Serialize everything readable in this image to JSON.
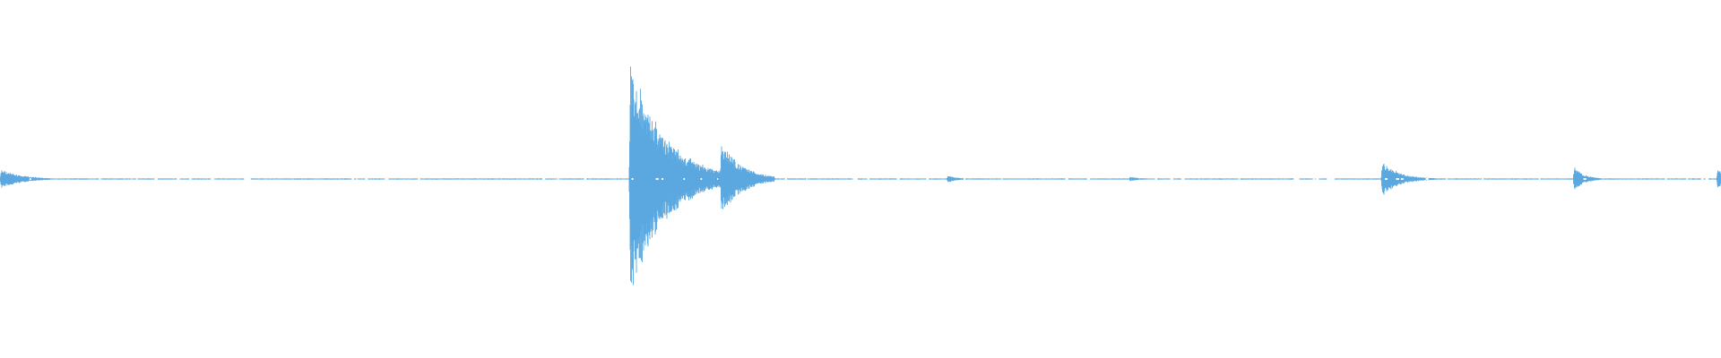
{
  "waveform": {
    "color": "#5ba8e0",
    "background": "#ffffff",
    "baseline_amplitude": 0.003,
    "segments": [
      {
        "name": "onset-start",
        "start": 0.0,
        "peak": 0.06,
        "decay": 0.012,
        "end": 0.03
      },
      {
        "name": "transient-main",
        "start": 0.3655,
        "peak": 0.72,
        "decay": 0.02,
        "end": 0.42
      },
      {
        "name": "transient-second",
        "start": 0.4185,
        "peak": 0.23,
        "decay": 0.012,
        "end": 0.45
      },
      {
        "name": "blip-1",
        "start": 0.55,
        "peak": 0.025,
        "decay": 0.006,
        "end": 0.575
      },
      {
        "name": "blip-2",
        "start": 0.656,
        "peak": 0.015,
        "decay": 0.006,
        "end": 0.67
      },
      {
        "name": "burst-1",
        "start": 0.8025,
        "peak": 0.11,
        "decay": 0.01,
        "end": 0.835
      },
      {
        "name": "burst-2",
        "start": 0.914,
        "peak": 0.08,
        "decay": 0.006,
        "end": 0.93
      },
      {
        "name": "end-mark",
        "start": 0.9975,
        "peak": 0.12,
        "decay": 0.002,
        "end": 1.0
      }
    ]
  }
}
